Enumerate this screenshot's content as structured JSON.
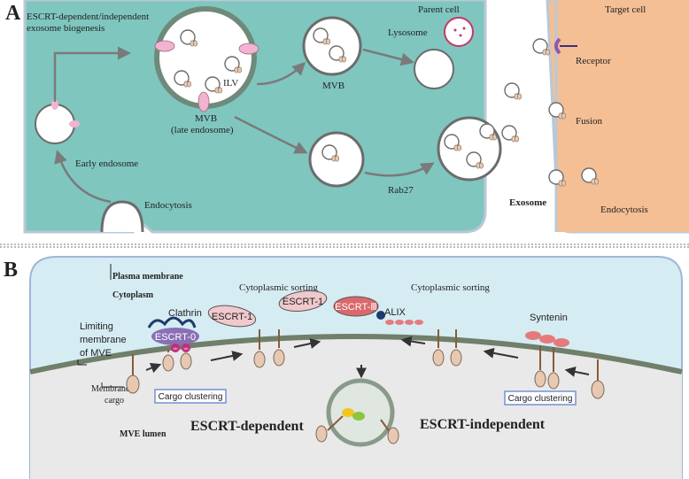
{
  "panel_a": {
    "letter": "A",
    "biogenesis_line1": "ESCRT-dependent/independent",
    "biogenesis_line2": "exosome biogenesis",
    "ilv": "ILV",
    "mvb_main_line1": "MVB",
    "mvb_main_line2": "(late endosome)",
    "mvb_right": "MVB",
    "early_endosome": "Early endosome",
    "endocytosis_parent": "Endocytosis",
    "parent_cell": "Parent cell",
    "lysosome": "Lysosome",
    "rab27": "Rab27",
    "exosome": "Exosome",
    "target_cell": "Target cell",
    "receptor": "Receptor",
    "fusion": "Fusion",
    "endocytosis_target": "Endocytosis"
  },
  "panel_b": {
    "letter": "B",
    "plasma_membrane": "Plasma membrane",
    "cytoplasm": "Cytoplasm",
    "cytoplasmic_sorting_left": "Cytoplasmic sorting",
    "cytoplasmic_sorting_right": "Cytoplasmic sorting",
    "clathrin": "Clathrin",
    "escrt0": "ESCRT-0",
    "escrt1_a": "ESCRT-1",
    "escrt1_b": "ESCRT-1",
    "escrt3": "ESCRT-Ⅲ",
    "alix": "ALIX",
    "syntenin": "Syntenin",
    "limiting_line1": "Limiting",
    "limiting_line2": "membrane",
    "limiting_line3": "of MVE",
    "membrane_cargo_line1": "Membrane",
    "membrane_cargo_line2": "cargo",
    "cargo_clustering_left": "Cargo clustering",
    "cargo_clustering_right": "Cargo clustering",
    "mve_lumen": "MVE lumen",
    "escrt_dependent": "ESCRT-dependent",
    "escrt_independent": "ESCRT-independent",
    "ub1": "Ub",
    "ub2": "Ub"
  },
  "colors": {
    "parent_cell_fill": "#7fc6bf",
    "target_cell_fill": "#f4bf94",
    "membrane": "#8a9a8a",
    "cytoplasm_b": "#d6ecf3",
    "lumen_b": "#e8e9e8",
    "escrt1": "#f0c9cc",
    "escrt0": "#8a6fb5",
    "escrt3": "#d9696b",
    "syntenin": "#e57a7c",
    "alix": "#1d3b6e"
  }
}
